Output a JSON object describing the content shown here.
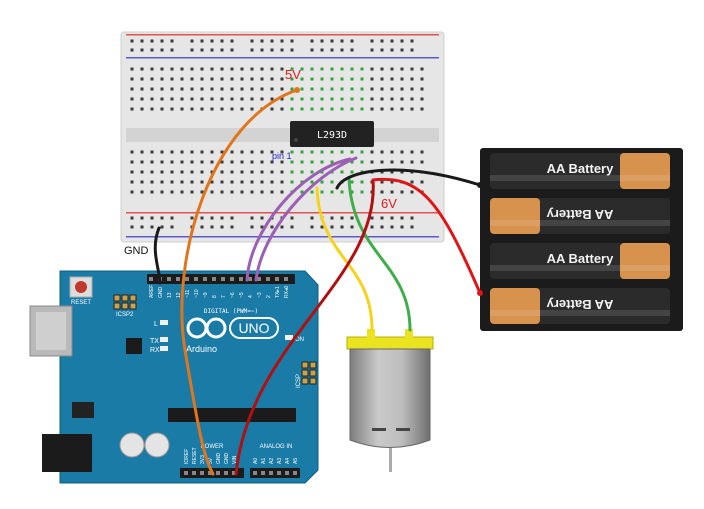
{
  "labels": {
    "five_v": "5V",
    "six_v": "6V",
    "gnd": "GND",
    "chip": "L293D",
    "pin1": "pin 1"
  },
  "battery_pack": {
    "cells": [
      "AA Battery",
      "AA Battery",
      "AA Battery",
      "AA Battery"
    ]
  },
  "arduino": {
    "brand": "Arduino",
    "model": "UNO",
    "reset": "RESET",
    "icsp2": "ICSP2",
    "icsp": "ICSP",
    "led_l": "L",
    "led_tx": "TX",
    "led_rx": "RX",
    "on": "ON",
    "digital_header": "DIGITAL (PWM=~)",
    "analog_header": "ANALOG IN",
    "power_header": "POWER",
    "digital_pins": [
      "AREF",
      "GND",
      "13",
      "12",
      "~11",
      "~10",
      "~9",
      "8",
      "7",
      "~6",
      "~5",
      "4",
      "~3",
      "2",
      "TX▸1",
      "RX◂0"
    ],
    "power_pins": [
      "IOREF",
      "RESET",
      "3V3",
      "5V",
      "GND",
      "GND",
      "VIN"
    ],
    "analog_pins": [
      "A0",
      "A1",
      "A2",
      "A3",
      "A4",
      "A5"
    ]
  },
  "wire_colors": {
    "orange": "#e0751c",
    "purple": "#9b5fb5",
    "yellow": "#f5d31b",
    "green": "#3fae49",
    "red": "#d41a1a",
    "dark_red": "#b01010",
    "black": "#1a1a1a"
  }
}
